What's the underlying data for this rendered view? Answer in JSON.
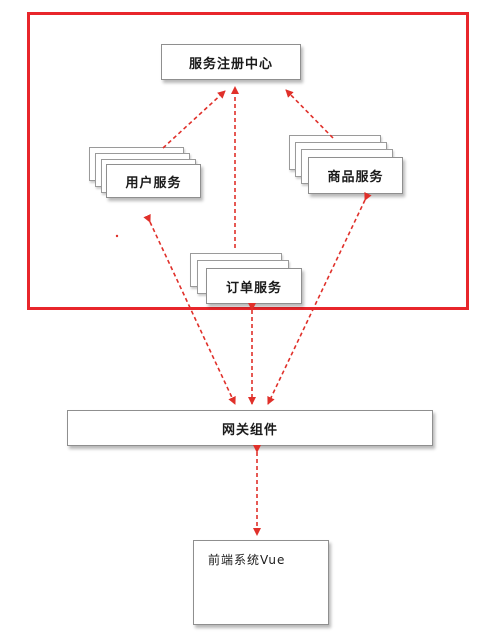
{
  "diagram": {
    "registry": "服务注册中心",
    "user_service": "用户服务",
    "product_service": "商品服务",
    "order_service": "订单服务",
    "gateway": "网关组件",
    "frontend": "前端系统Vue"
  },
  "colors": {
    "frame": "#e8262b",
    "arrow": "#e0302a",
    "box_border": "#8f8f8f"
  }
}
